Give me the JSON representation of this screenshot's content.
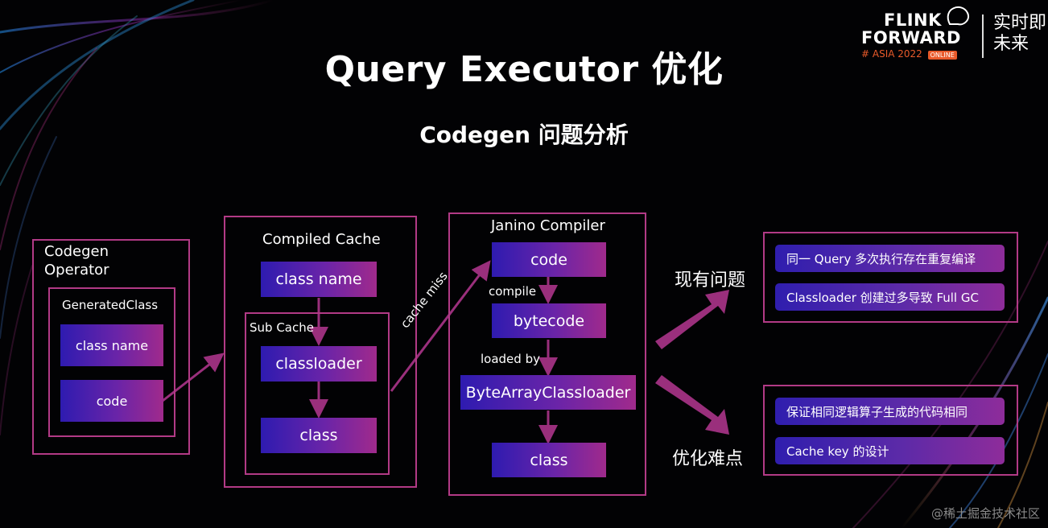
{
  "slide": {
    "title": "Query Executor 优化",
    "subtitle": "Codegen 问题分析"
  },
  "logo": {
    "line1": "FLINK",
    "line2": "FORWARD",
    "line3": "# ASIA 2022",
    "badge": "ONLINE",
    "slogan_line1": "实时即",
    "slogan_line2": "未来"
  },
  "codegen_operator": {
    "label_line1": "Codegen",
    "label_line2": "Operator",
    "inner_label": "GeneratedClass",
    "box_class_name": "class name",
    "box_code": "code"
  },
  "compiled_cache": {
    "label": "Compiled Cache",
    "box_class_name": "class name",
    "sub_cache_label": "Sub Cache",
    "box_classloader": "classloader",
    "box_class": "class"
  },
  "arrow_label_cache_miss": "cache miss",
  "janino": {
    "label": "Janino Compiler",
    "box_code": "code",
    "label_compile": "compile",
    "box_bytecode": "bytecode",
    "label_loaded_by": "loaded by",
    "box_loader": "ByteArrayClassloader",
    "box_class": "class"
  },
  "existing_issues": {
    "label": "现有问题",
    "items": [
      "同一 Query 多次执行存在重复编译",
      "Classloader 创建过多导致 Full GC"
    ]
  },
  "optimization_difficulties": {
    "label": "优化难点",
    "items": [
      "保证相同逻辑算子生成的代码相同",
      "Cache key 的设计"
    ]
  },
  "watermark": "@稀土掘金技术社区",
  "colors": {
    "frame": "#b23a86",
    "arrow": "#9a2f7c",
    "box_gradient_start": "#2e1bb0",
    "box_gradient_end": "#a02a8c",
    "logo_accent": "#e85a2a"
  }
}
